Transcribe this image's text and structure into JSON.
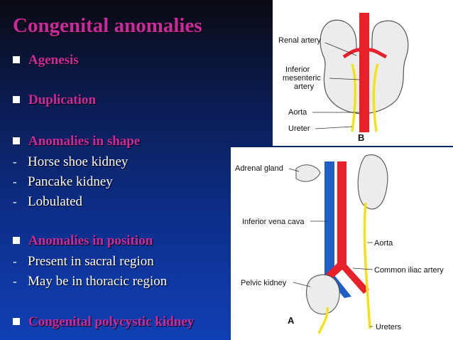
{
  "slide": {
    "title": "Congenital anomalies",
    "items": [
      {
        "kind": "heading",
        "text": "Agenesis"
      },
      {
        "kind": "heading",
        "text": "Duplication"
      },
      {
        "kind": "heading",
        "text": "Anomalies in shape"
      },
      {
        "kind": "sub",
        "text": "Horse shoe kidney"
      },
      {
        "kind": "sub",
        "text": "Pancake kidney"
      },
      {
        "kind": "sub",
        "text": "Lobulated"
      },
      {
        "kind": "heading",
        "text": "Anomalies in position"
      },
      {
        "kind": "sub",
        "text": "Present in sacral region"
      },
      {
        "kind": "sub",
        "text": "May be in thoracic region"
      },
      {
        "kind": "heading",
        "text": "Congenital polycystic kidney"
      }
    ]
  },
  "figure_b": {
    "labels": {
      "renal_artery": "Renal artery",
      "inferior": "Inferior",
      "mesenteric": "mesenteric",
      "artery": "artery",
      "aorta": "Aorta",
      "ureter": "Ureter",
      "letter": "B"
    }
  },
  "figure_a": {
    "labels": {
      "adrenal_gland": "Adrenal gland",
      "inferior_vena_cava": "Inferior vena cava",
      "aorta": "Aorta",
      "common_iliac_artery": "Common iliac artery",
      "pelvic_kidney": "Pelvic kidney",
      "ureters": "Ureters",
      "letter": "A"
    }
  },
  "colors": {
    "heading": "#cc2a9b",
    "subtext": "#ffffff",
    "artery": "#e8202a",
    "vein": "#1f5fc4",
    "ureter": "#f2e21c",
    "kidney": "#eeeeee"
  }
}
